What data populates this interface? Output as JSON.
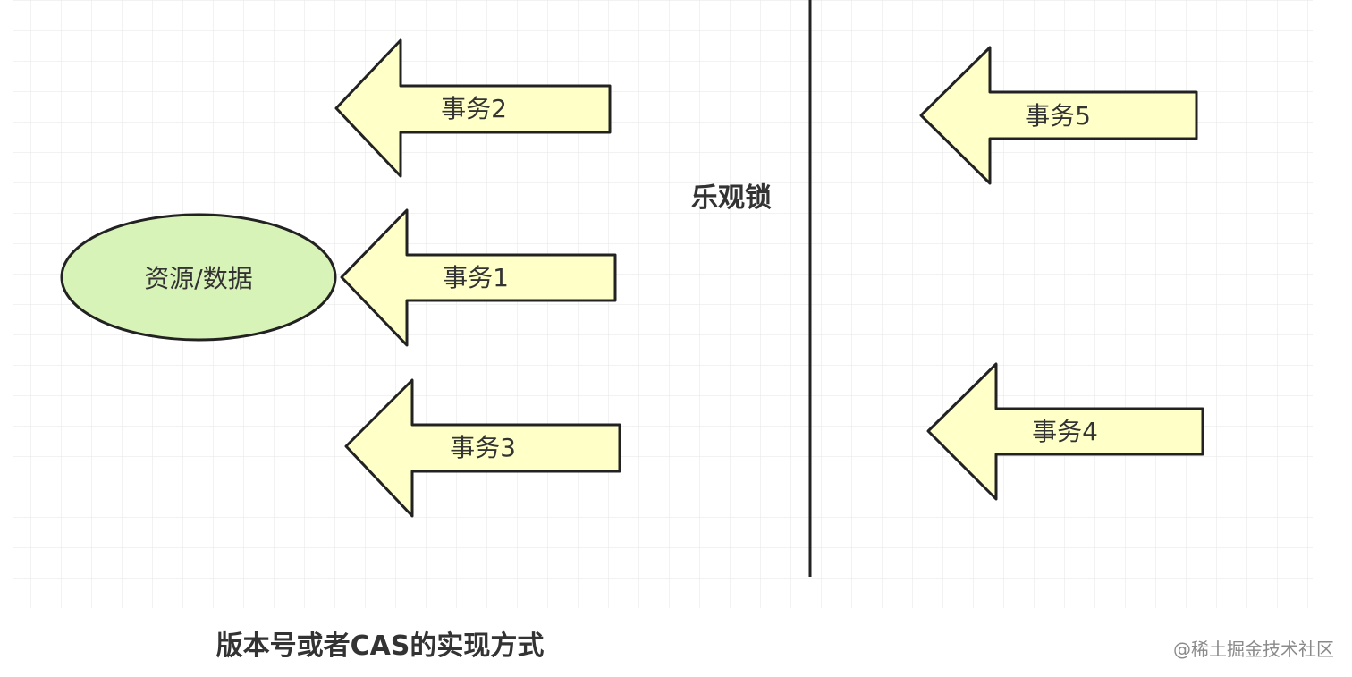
{
  "diagram": {
    "resource_label": "资源/数据",
    "section_title": "乐观锁",
    "caption": "版本号或者CAS的实现方式",
    "watermark": "@稀土掘金技术社区",
    "transactions_left": [
      {
        "label": "事务2"
      },
      {
        "label": "事务1"
      },
      {
        "label": "事务3"
      }
    ],
    "transactions_right": [
      {
        "label": "事务5"
      },
      {
        "label": "事务4"
      }
    ]
  },
  "colors": {
    "arrow_fill": "#FFFFC8",
    "resource_fill": "#D8F3B8",
    "stroke": "#222222",
    "grid": "#E6E6E6",
    "text": "#333333"
  }
}
